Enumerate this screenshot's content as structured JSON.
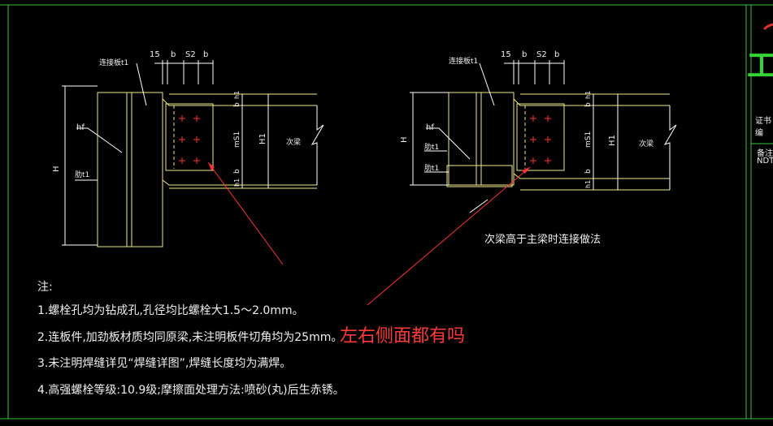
{
  "left_detail": {
    "plate_label": "连接板t1",
    "dims_top": [
      "15",
      "b",
      "S2",
      "b"
    ],
    "dims_right": [
      "b",
      "mS1",
      "b"
    ],
    "h_labels": [
      "h1",
      "h1"
    ],
    "weld": "hf",
    "stiffener": "肋t1",
    "H": "H",
    "H1": "H1",
    "beam": "次梁"
  },
  "right_detail": {
    "plate_label": "连接板t1",
    "dims_top": [
      "15",
      "b",
      "S2",
      "b"
    ],
    "dims_right": [
      "b",
      "mS1",
      "b"
    ],
    "h_labels": [
      "h1",
      "h1"
    ],
    "weld": "hf",
    "stiffener": "肋t1",
    "stiffener2": "肋t1",
    "H": "H",
    "H1": "H1",
    "beam": "次梁",
    "caption": "次梁高于主梁时连接做法"
  },
  "notes": {
    "title": "注:",
    "items": [
      "1.螺栓孔均为钻成孔,孔径均比螺栓大1.5～2.0mm。",
      "2.连板件,加劲板材质均同原梁,未注明板件切角均为25mm。",
      "3.未注明焊缝详见“焊缝详图”,焊缝长度均为满焊。",
      "4.高强螺栓等级:10.9级;摩擦面处理方法:喷砂(丸)后生赤锈。"
    ]
  },
  "comment": "左右侧面都有吗",
  "sidebar": {
    "logo_text": "工",
    "line1": "证书编",
    "line2": "备注",
    "line3": "NDT"
  },
  "colors": {
    "background": "#000000",
    "lines": "#ffffff",
    "beam_outline": "#f2e98a",
    "frame": "#37c437",
    "bolt": "#ff3333",
    "annotation": "#ff3a3a"
  }
}
